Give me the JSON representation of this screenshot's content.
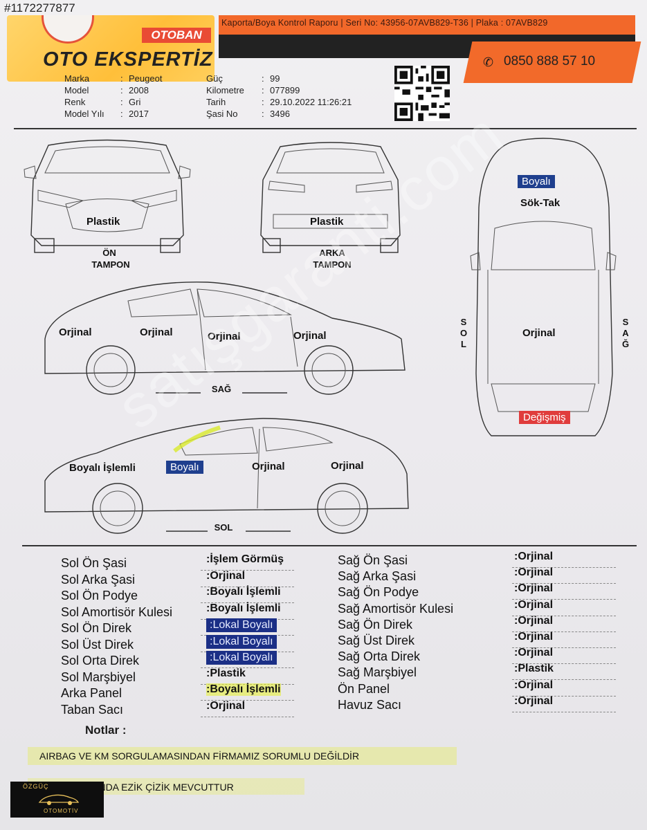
{
  "ad_id": "#1172277877",
  "header": {
    "logo_brand": "OTOBAN",
    "logo_title": "OTO EKSPERTİZ",
    "report_line": "Kaporta/Boya Kontrol Raporu  |  Seri No: 43956-07AVB829-T36  |  Plaka : 07AVB829",
    "phone": "0850 888 57 10"
  },
  "vehicle": {
    "left": [
      {
        "label": "Marka",
        "value": "Peugeot"
      },
      {
        "label": "Model",
        "value": "2008"
      },
      {
        "label": "Renk",
        "value": "Gri"
      },
      {
        "label": "Model Yılı",
        "value": "2017"
      }
    ],
    "right": [
      {
        "label": "Güç",
        "value": "99"
      },
      {
        "label": "Kilometre",
        "value": "077899"
      },
      {
        "label": "Tarih",
        "value": "29.10.2022 11:26:21"
      },
      {
        "label": "Şasi No",
        "value": "3496"
      }
    ]
  },
  "diagram": {
    "front": {
      "status": "Plastik",
      "caption1": "ÖN",
      "caption2": "TAMPON"
    },
    "rear": {
      "status": "Plastik",
      "caption1": "ARKA",
      "caption2": "TAMPON"
    },
    "top": {
      "roof_badge": "Boyalı",
      "roof_note": "Sök-Tak",
      "center": "Orjinal",
      "trunk_badge": "Değişmiş",
      "left_label": "SOL",
      "right_label": "SAĞ"
    },
    "right_side": {
      "caption": "SAĞ",
      "parts": [
        "Orjinal",
        "Orjinal",
        "Orjinal",
        "Orjinal"
      ]
    },
    "left_side": {
      "caption": "SOL",
      "parts": [
        "Boyalı İşlemli",
        "Boyalı",
        "Orjinal",
        "Orjinal"
      ]
    }
  },
  "table_left": [
    {
      "part": "Sol Ön Şasi",
      "status": "İşlem Görmüş",
      "style": "plain"
    },
    {
      "part": "Sol Arka Şasi",
      "status": "Orjinal",
      "style": "plain"
    },
    {
      "part": "Sol Ön Podye",
      "status": "Boyalı İşlemli",
      "style": "plain"
    },
    {
      "part": "Sol Amortisör Kulesi",
      "status": "Boyalı İşlemli",
      "style": "plain"
    },
    {
      "part": "Sol Ön Direk",
      "status": "Lokal Boyalı",
      "style": "blue"
    },
    {
      "part": "Sol Üst Direk",
      "status": "Lokal Boyalı",
      "style": "blue"
    },
    {
      "part": "Sol Orta Direk",
      "status": "Lokal Boyalı",
      "style": "blue"
    },
    {
      "part": "Sol Marşbiyel",
      "status": "Plastik",
      "style": "plain"
    },
    {
      "part": "Arka Panel",
      "status": "Boyalı İşlemli",
      "style": "highlight"
    },
    {
      "part": "Taban Sacı",
      "status": "Orjinal",
      "style": "plain"
    }
  ],
  "table_right": [
    {
      "part": "Sağ Ön Şasi",
      "status": "Orjinal"
    },
    {
      "part": "Sağ Arka Şasi",
      "status": "Orjinal"
    },
    {
      "part": "Sağ Ön Podye",
      "status": "Orjinal"
    },
    {
      "part": "Sağ Amortisör Kulesi",
      "status": "Orjinal"
    },
    {
      "part": "Sağ Ön Direk",
      "status": "Orjinal"
    },
    {
      "part": "Sağ Üst Direk",
      "status": "Orjinal"
    },
    {
      "part": "Sağ Orta Direk",
      "status": "Orjinal"
    },
    {
      "part": "Sağ Marşbiyel",
      "status": "Plastik"
    },
    {
      "part": "Ön Panel",
      "status": "Orjinal"
    },
    {
      "part": "Havuz Sacı",
      "status": "Orjinal"
    }
  ],
  "notes": {
    "label": "Notlar :",
    "lines": [
      "AIRBAG VE KM SORGULAMASINDAN FİRMAMIZ SORUMLU DEĞİLDİR",
      "SAC ETRAFINDA EZİK ÇİZİK MEVCUTTUR"
    ]
  },
  "watermark": "satışgaranti.com",
  "dealer": {
    "top": "ÖZGÜÇ",
    "bottom": "OTOMOTİV"
  },
  "colors": {
    "orange": "#f2682a",
    "blue_badge": "#1f3f8e",
    "red_badge": "#e03c3c",
    "highlight": "#e6f028"
  }
}
